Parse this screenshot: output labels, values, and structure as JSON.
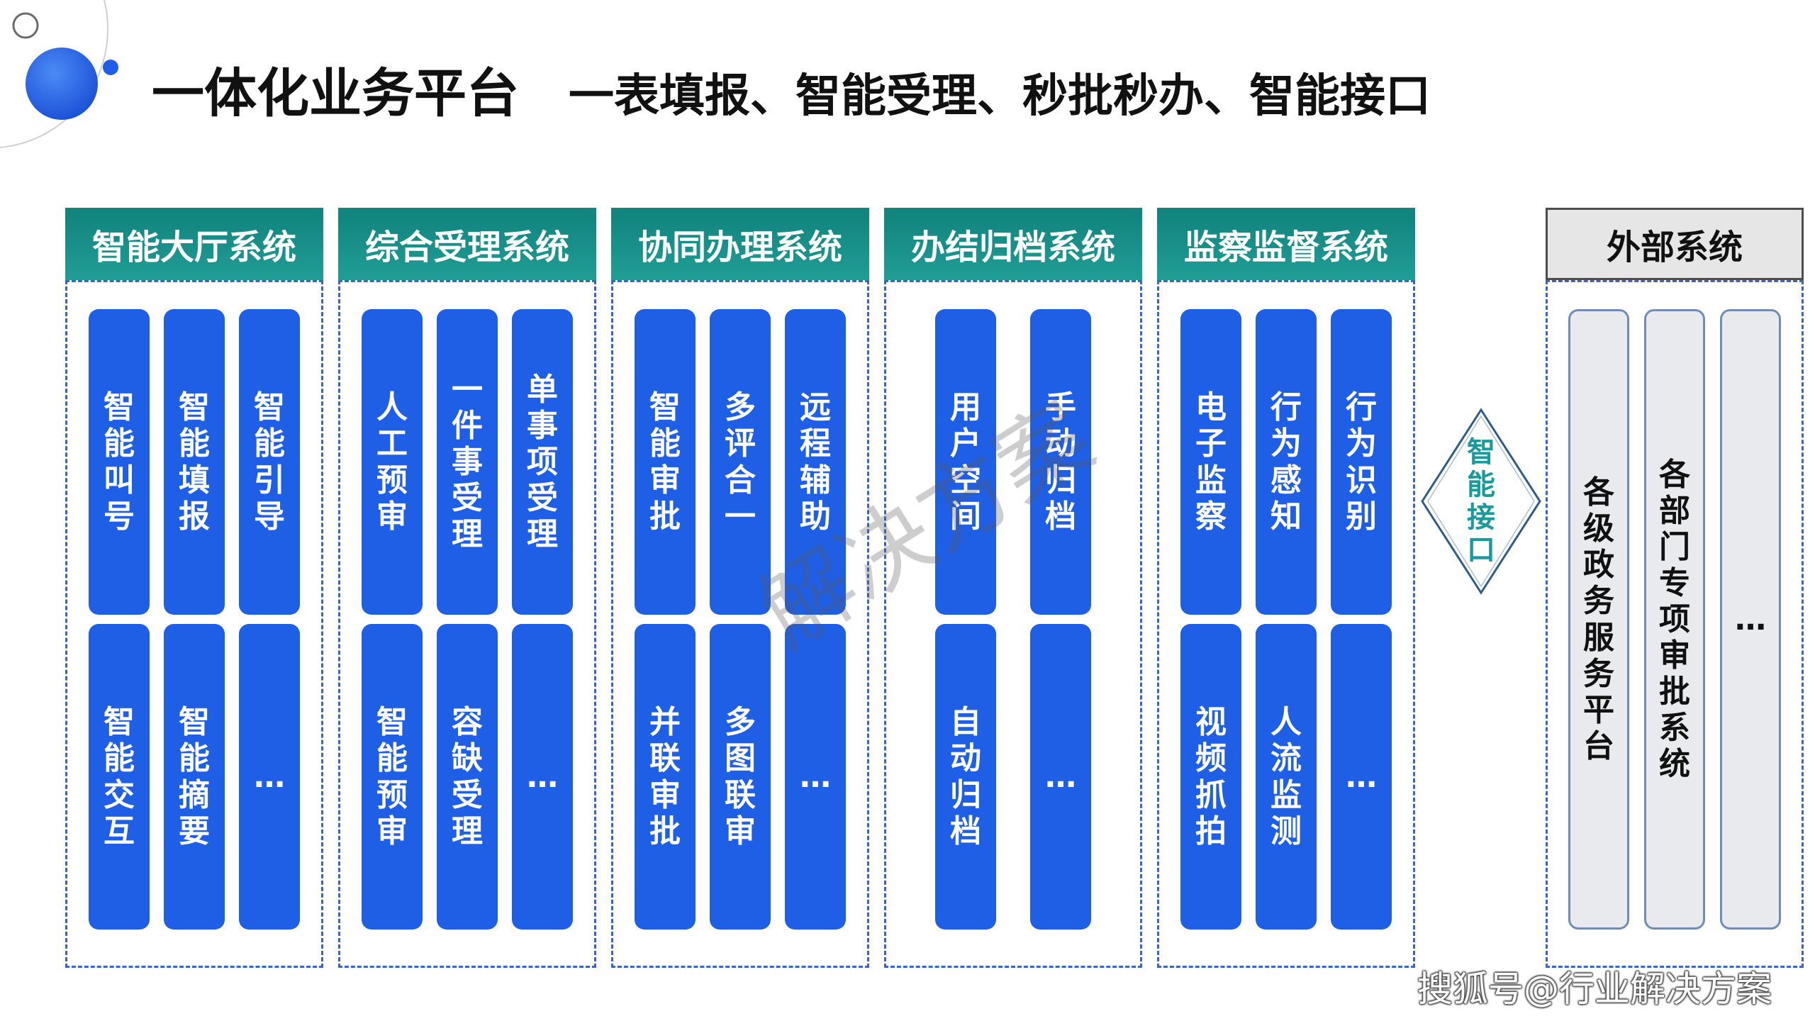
{
  "title": {
    "main": "一体化业务平台",
    "sub": "一表填报、智能受理、秒批秒办、智能接口"
  },
  "panels": [
    {
      "name": "智能大厅系统",
      "rows": [
        [
          "智能叫号",
          "智能填报",
          "智能引导"
        ],
        [
          "智能交互",
          "智能摘要",
          "…"
        ]
      ]
    },
    {
      "name": "综合受理系统",
      "rows": [
        [
          "人工预审",
          "一件事受理",
          "单事项受理"
        ],
        [
          "智能预审",
          "容缺受理",
          "…"
        ]
      ]
    },
    {
      "name": "协同办理系统",
      "rows": [
        [
          "智能审批",
          "多评合一",
          "远程辅助"
        ],
        [
          "并联审批",
          "多图联审",
          "…"
        ]
      ]
    },
    {
      "name": "办结归档系统",
      "rows": [
        [
          "用户空间",
          "手动归档"
        ],
        [
          "自动归档",
          "…"
        ]
      ]
    },
    {
      "name": "监察监督系统",
      "rows": [
        [
          "电子监察",
          "行为感知",
          "行为识别"
        ],
        [
          "视频抓拍",
          "人流监测",
          "…"
        ]
      ]
    }
  ],
  "connector": {
    "label": "智能接口"
  },
  "external": {
    "name": "外部系统",
    "items": [
      "各级政务服务平台",
      "各部门专项审批系统",
      "…"
    ]
  },
  "watermark": "解决方案",
  "credit": "搜狐号@行业解决方案",
  "colors": {
    "module_blue": "#1f5fe6",
    "header_teal": "#13978f",
    "dashed_border": "#3d63c9",
    "connector_stroke": "#2e5d88",
    "connector_text": "#1b9a9e",
    "external_fill": "#e9eaed",
    "external_border": "#6f8db5",
    "external_header_fill": "#e6e6e6",
    "external_header_border": "#4d4d4d",
    "title_text": "#111111",
    "decor_blue": "#1f5fe6"
  }
}
